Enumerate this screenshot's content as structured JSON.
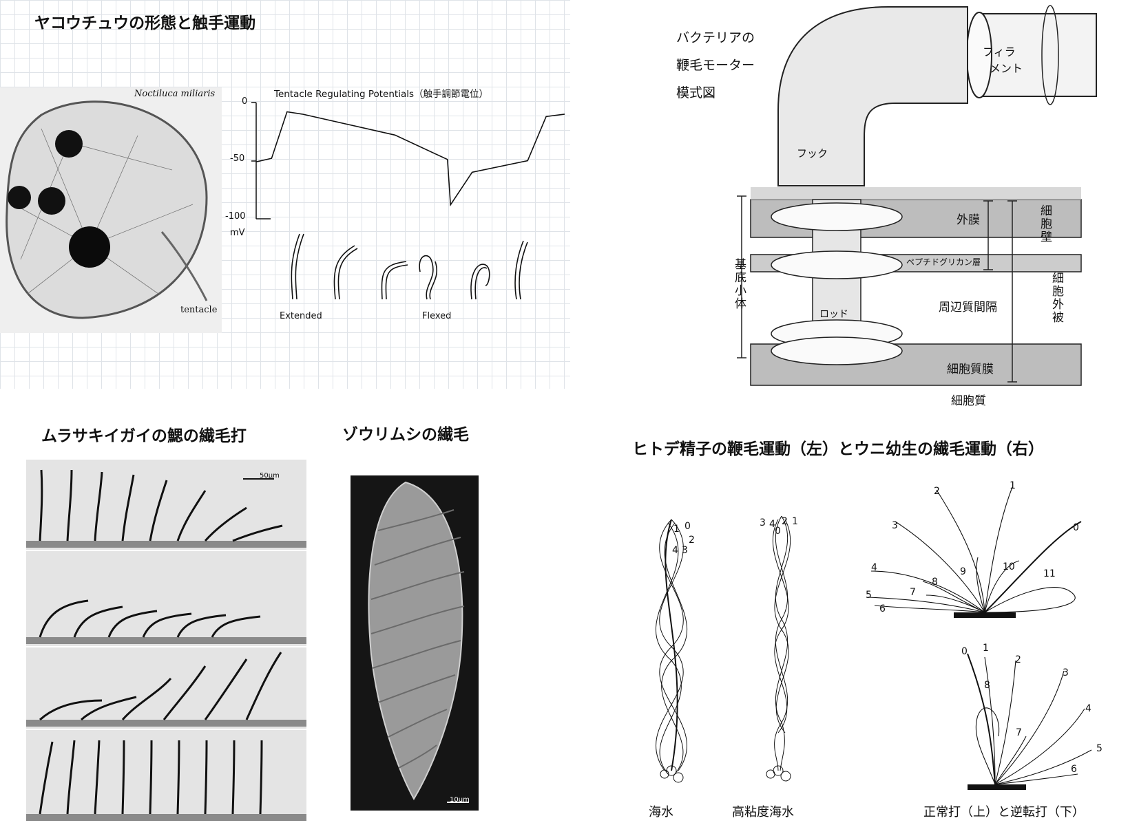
{
  "noctiluca": {
    "title": "ヤコウチュウの形態と触手運動",
    "species": "Noctiluca miliaris",
    "tentacle_label": "tentacle",
    "chart_title": "Tentacle Regulating Potentials（触手調節電位）",
    "y_ticks": [
      "0",
      "-50",
      "-100"
    ],
    "y_unit": "mV",
    "extended": "Extended",
    "flexed": "Flexed"
  },
  "chart_data": {
    "type": "line",
    "title": "Tentacle Regulating Potentials（触手調節電位）",
    "ylabel": "mV",
    "ylim": [
      -100,
      0
    ],
    "series": [
      {
        "x": [
          0,
          0.05,
          0.1,
          0.15,
          0.45,
          0.62,
          0.63,
          0.7,
          0.88,
          0.94,
          1.0
        ],
        "values": [
          -51,
          -48,
          -8,
          -10,
          -28,
          -49,
          -88,
          -60,
          -50,
          -12,
          -10
        ]
      }
    ]
  },
  "motor": {
    "title_lines": [
      "バクテリアの",
      "鞭毛モーター",
      "模式図"
    ],
    "filament": [
      "フィラ",
      "メント"
    ],
    "hook": "フック",
    "outer_membrane": "外膜",
    "peptidoglycan": "ペプチドグリカン層",
    "periplasm": "周辺質間隔",
    "rod": "ロッド",
    "cytoplasmic_membrane": "細胞質膜",
    "cytoplasm": "細胞質",
    "cell_wall": "細胞壁",
    "cell_envelope": "細胞外被",
    "basal_body": "基底小体"
  },
  "mussel": {
    "title": "ムラサキイガイの鰓の繊毛打",
    "scale": "50μm"
  },
  "paramecium": {
    "title": "ゾウリムシの繊毛",
    "scale": "10um"
  },
  "flagella": {
    "title": "ヒトデ精子の鞭毛運動（左）とウニ幼生の繊毛運動（右）",
    "seawater": "海水",
    "viscous": "高粘度海水",
    "caption": "正常打（上）と逆転打（下）",
    "left_nums": [
      "1",
      "0",
      "2",
      "4",
      "3"
    ],
    "right_nums": [
      "3",
      "4",
      "0",
      "2",
      "1"
    ],
    "upper_nums": [
      "2",
      "1",
      "3",
      "0",
      "4",
      "8",
      "9",
      "10",
      "11",
      "5",
      "7",
      "6"
    ],
    "lower_nums": [
      "0",
      "1",
      "2",
      "3",
      "8",
      "4",
      "7",
      "5",
      "6"
    ]
  }
}
